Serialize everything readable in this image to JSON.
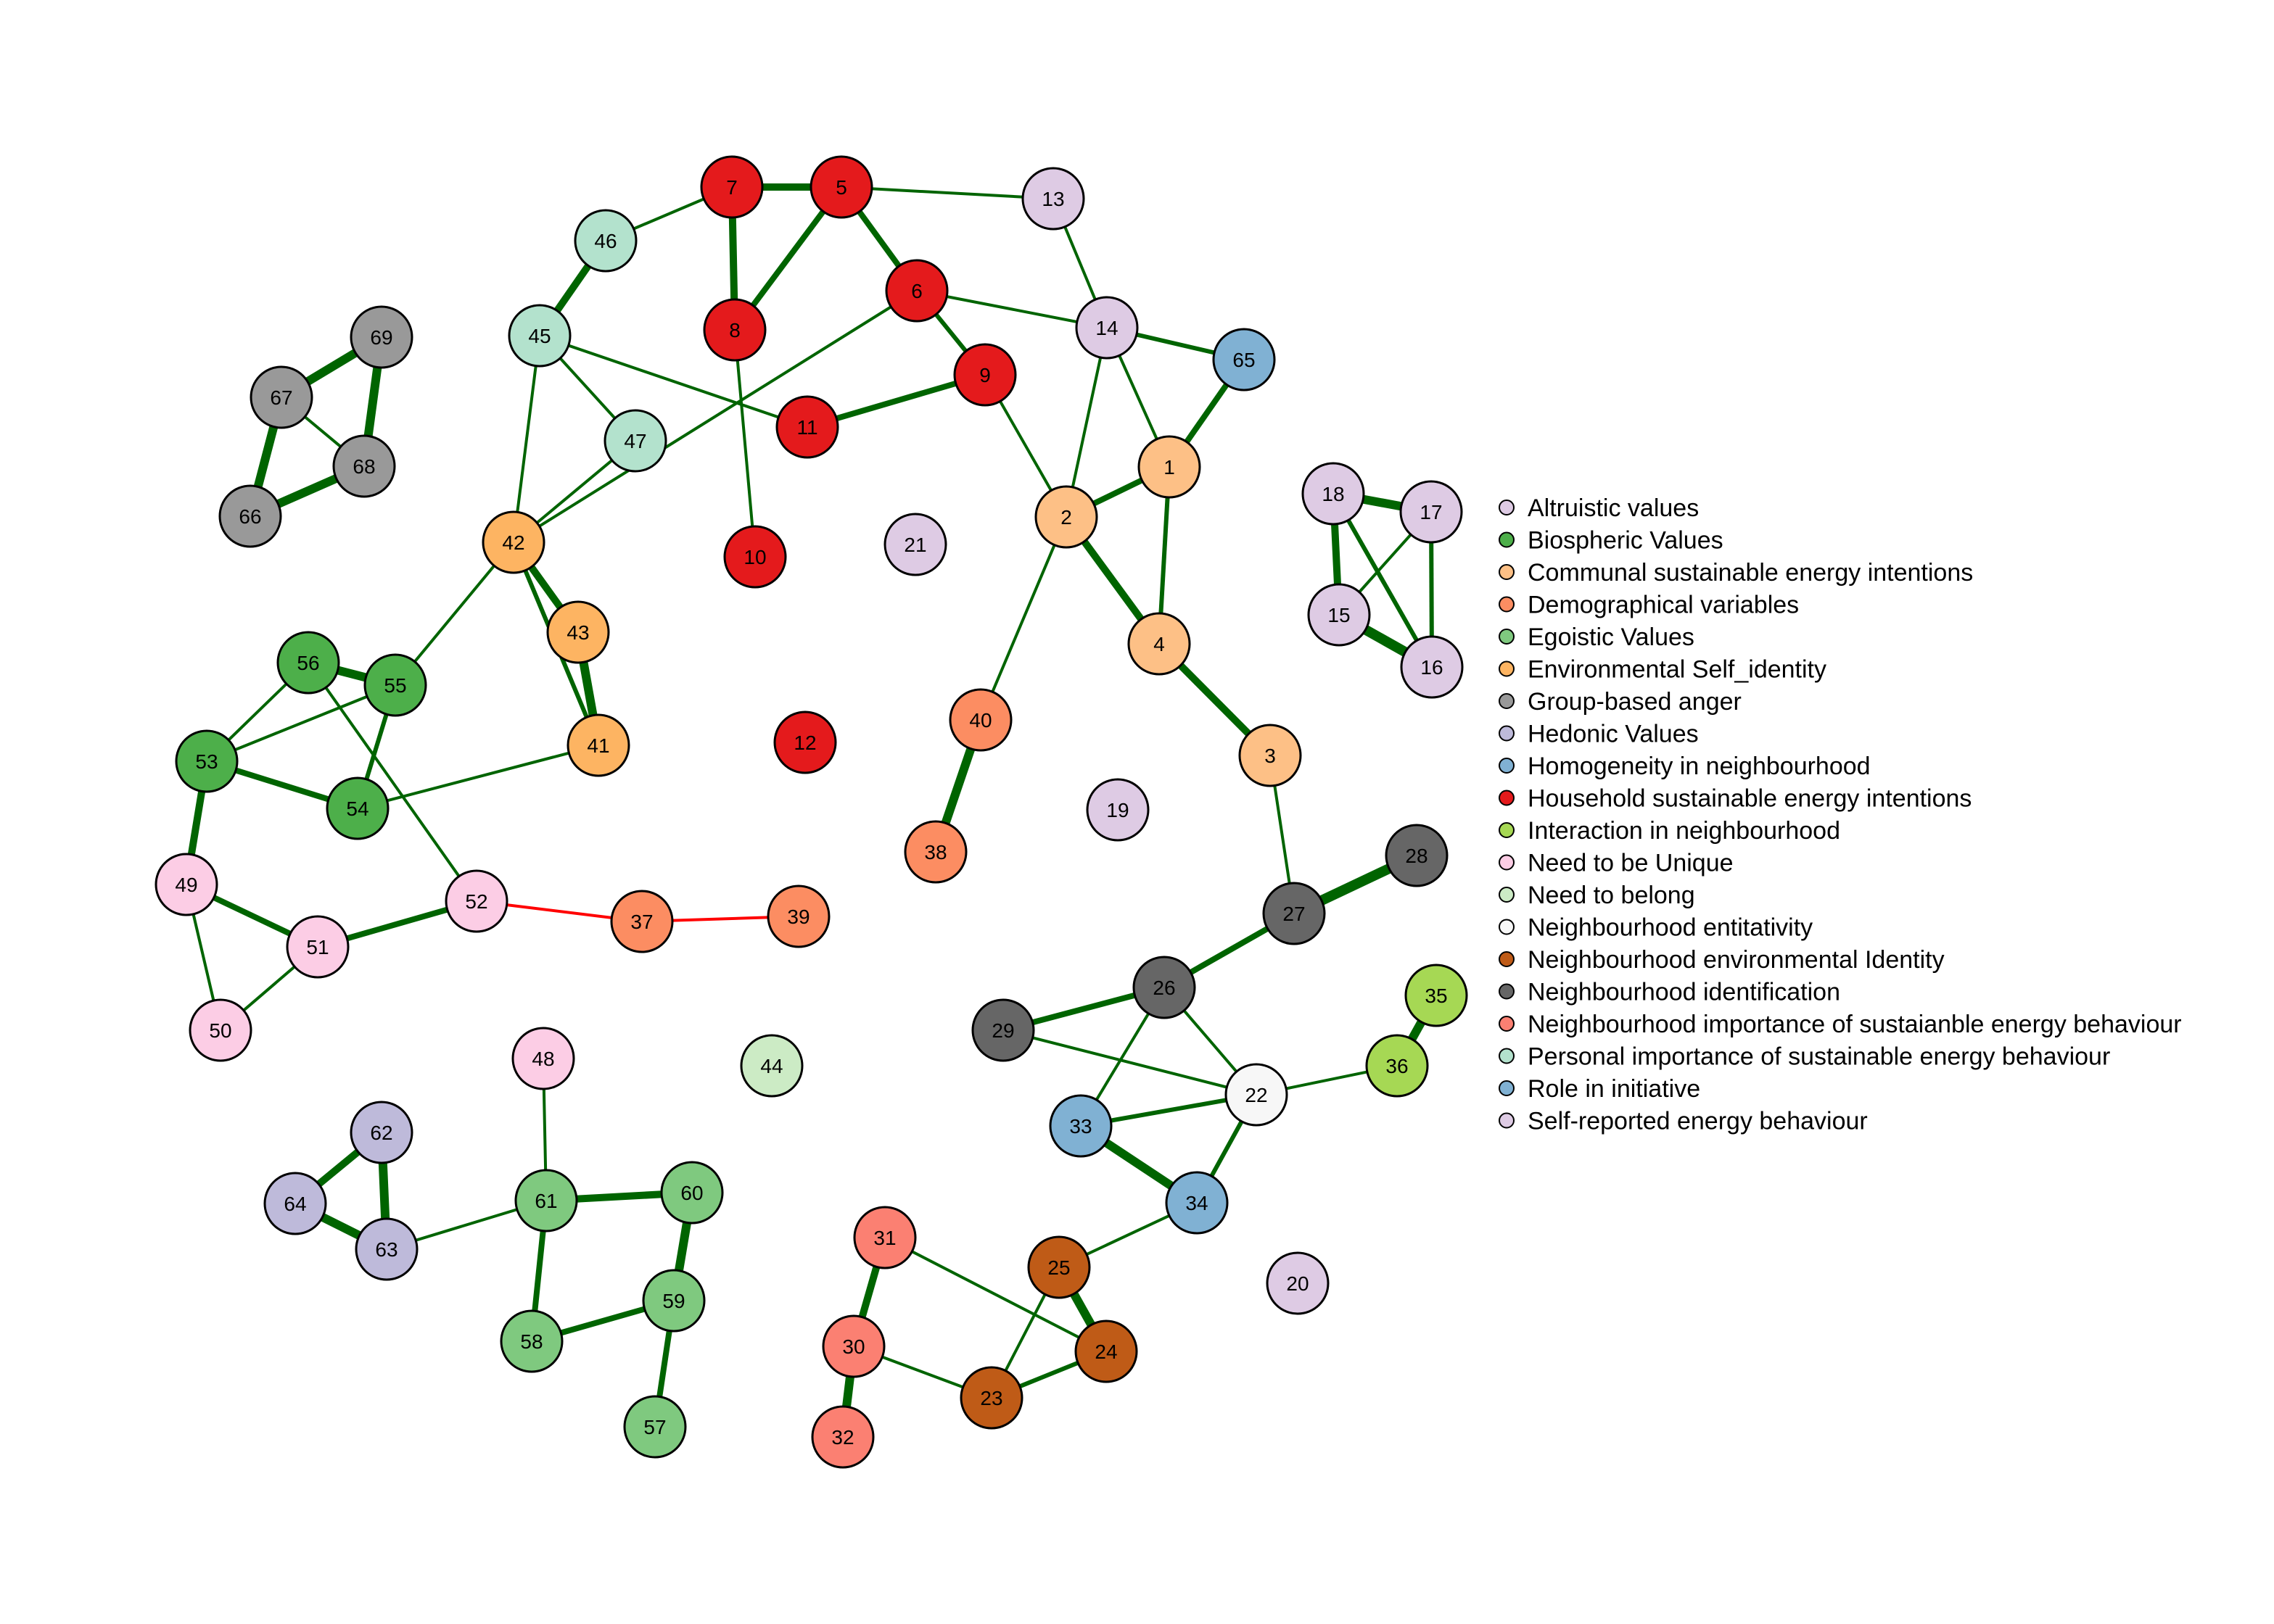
{
  "groups": [
    {
      "name": "Altruistic values",
      "color": "#DECBE4"
    },
    {
      "name": "Biospheric Values",
      "color": "#4DAF4A"
    },
    {
      "name": "Communal sustainable energy intentions",
      "color": "#FDC086"
    },
    {
      "name": "Demographical variables",
      "color": "#FC8D62"
    },
    {
      "name": "Egoistic Values",
      "color": "#7FC97F"
    },
    {
      "name": "Environmental Self_identity",
      "color": "#FDB462"
    },
    {
      "name": "Group-based anger",
      "color": "#999999"
    },
    {
      "name": "Hedonic Values",
      "color": "#BEBADA"
    },
    {
      "name": "Homogeneity in neighbourhood",
      "color": "#80B1D3"
    },
    {
      "name": "Household sustainable energy intentions",
      "color": "#E41A1C"
    },
    {
      "name": "Interaction in neighbourhood",
      "color": "#A6D854"
    },
    {
      "name": "Need to be Unique",
      "color": "#FCCDE5"
    },
    {
      "name": "Need to belong",
      "color": "#CCEBC5"
    },
    {
      "name": "Neighbourhood entitativity",
      "color": "#F7F7F7"
    },
    {
      "name": "Neighbourhood environmental Identity",
      "color": "#BF5B17"
    },
    {
      "name": "Neighbourhood identification",
      "color": "#666666"
    },
    {
      "name": "Neighbourhood importance of sustaianble energy behaviour",
      "color": "#FB8072"
    },
    {
      "name": "Personal importance of sustainable energy behaviour",
      "color": "#B3E2CD"
    },
    {
      "name": "Role in initiative",
      "color": "#80B1D3"
    },
    {
      "name": "Self-reported energy behaviour",
      "color": "#DECBE4"
    }
  ],
  "nodes": [
    {
      "id": "1",
      "group": 2
    },
    {
      "id": "2",
      "group": 2
    },
    {
      "id": "3",
      "group": 2
    },
    {
      "id": "4",
      "group": 2
    },
    {
      "id": "5",
      "group": 9
    },
    {
      "id": "6",
      "group": 9
    },
    {
      "id": "7",
      "group": 9
    },
    {
      "id": "8",
      "group": 9
    },
    {
      "id": "9",
      "group": 9
    },
    {
      "id": "10",
      "group": 9
    },
    {
      "id": "11",
      "group": 9
    },
    {
      "id": "12",
      "group": 9
    },
    {
      "id": "13",
      "group": 0
    },
    {
      "id": "14",
      "group": 0
    },
    {
      "id": "15",
      "group": 0
    },
    {
      "id": "16",
      "group": 0
    },
    {
      "id": "17",
      "group": 0
    },
    {
      "id": "18",
      "group": 0
    },
    {
      "id": "19",
      "group": 19
    },
    {
      "id": "20",
      "group": 19
    },
    {
      "id": "21",
      "group": 19
    },
    {
      "id": "22",
      "group": 13
    },
    {
      "id": "23",
      "group": 14
    },
    {
      "id": "24",
      "group": 14
    },
    {
      "id": "25",
      "group": 14
    },
    {
      "id": "26",
      "group": 15
    },
    {
      "id": "27",
      "group": 15
    },
    {
      "id": "28",
      "group": 15
    },
    {
      "id": "29",
      "group": 15
    },
    {
      "id": "30",
      "group": 16
    },
    {
      "id": "31",
      "group": 16
    },
    {
      "id": "32",
      "group": 16
    },
    {
      "id": "33",
      "group": 8
    },
    {
      "id": "34",
      "group": 8
    },
    {
      "id": "35",
      "group": 10
    },
    {
      "id": "36",
      "group": 10
    },
    {
      "id": "37",
      "group": 3
    },
    {
      "id": "38",
      "group": 3
    },
    {
      "id": "39",
      "group": 3
    },
    {
      "id": "40",
      "group": 3
    },
    {
      "id": "41",
      "group": 5
    },
    {
      "id": "42",
      "group": 5
    },
    {
      "id": "43",
      "group": 5
    },
    {
      "id": "44",
      "group": 12
    },
    {
      "id": "45",
      "group": 17
    },
    {
      "id": "46",
      "group": 17
    },
    {
      "id": "47",
      "group": 17
    },
    {
      "id": "48",
      "group": 11
    },
    {
      "id": "49",
      "group": 11
    },
    {
      "id": "50",
      "group": 11
    },
    {
      "id": "51",
      "group": 11
    },
    {
      "id": "52",
      "group": 11
    },
    {
      "id": "53",
      "group": 1
    },
    {
      "id": "54",
      "group": 1
    },
    {
      "id": "55",
      "group": 1
    },
    {
      "id": "56",
      "group": 1
    },
    {
      "id": "57",
      "group": 4
    },
    {
      "id": "58",
      "group": 4
    },
    {
      "id": "59",
      "group": 4
    },
    {
      "id": "60",
      "group": 4
    },
    {
      "id": "61",
      "group": 4
    },
    {
      "id": "62",
      "group": 7
    },
    {
      "id": "63",
      "group": 7
    },
    {
      "id": "64",
      "group": 7
    },
    {
      "id": "65",
      "group": 18
    },
    {
      "id": "66",
      "group": 6
    },
    {
      "id": "67",
      "group": 6
    },
    {
      "id": "68",
      "group": 6
    },
    {
      "id": "69",
      "group": 6
    }
  ],
  "edges": [
    {
      "from": "7",
      "to": "5",
      "weight": 5
    },
    {
      "from": "7",
      "to": "8",
      "weight": 5
    },
    {
      "from": "7",
      "to": "46",
      "weight": 2
    },
    {
      "from": "5",
      "to": "13",
      "weight": 2
    },
    {
      "from": "5",
      "to": "8",
      "weight": 4
    },
    {
      "from": "5",
      "to": "6",
      "weight": 4
    },
    {
      "from": "6",
      "to": "14",
      "weight": 2
    },
    {
      "from": "6",
      "to": "9",
      "weight": 3
    },
    {
      "from": "6",
      "to": "42",
      "weight": 2
    },
    {
      "from": "8",
      "to": "10",
      "weight": 2
    },
    {
      "from": "9",
      "to": "11",
      "weight": 4
    },
    {
      "from": "9",
      "to": "2",
      "weight": 2
    },
    {
      "from": "13",
      "to": "14",
      "weight": 2
    },
    {
      "from": "14",
      "to": "65",
      "weight": 3
    },
    {
      "from": "14",
      "to": "1",
      "weight": 2
    },
    {
      "from": "14",
      "to": "2",
      "weight": 2
    },
    {
      "from": "65",
      "to": "1",
      "weight": 4
    },
    {
      "from": "1",
      "to": "2",
      "weight": 4
    },
    {
      "from": "1",
      "to": "4",
      "weight": 3
    },
    {
      "from": "2",
      "to": "4",
      "weight": 5
    },
    {
      "from": "2",
      "to": "40",
      "weight": 2
    },
    {
      "from": "4",
      "to": "3",
      "weight": 5
    },
    {
      "from": "3",
      "to": "27",
      "weight": 2
    },
    {
      "from": "27",
      "to": "28",
      "weight": 7
    },
    {
      "from": "27",
      "to": "26",
      "weight": 4
    },
    {
      "from": "26",
      "to": "29",
      "weight": 4
    },
    {
      "from": "26",
      "to": "22",
      "weight": 2
    },
    {
      "from": "26",
      "to": "33",
      "weight": 2
    },
    {
      "from": "29",
      "to": "22",
      "weight": 2
    },
    {
      "from": "22",
      "to": "33",
      "weight": 3
    },
    {
      "from": "22",
      "to": "34",
      "weight": 3
    },
    {
      "from": "22",
      "to": "36",
      "weight": 2
    },
    {
      "from": "36",
      "to": "35",
      "weight": 6
    },
    {
      "from": "33",
      "to": "34",
      "weight": 6
    },
    {
      "from": "34",
      "to": "25",
      "weight": 2
    },
    {
      "from": "25",
      "to": "24",
      "weight": 6
    },
    {
      "from": "25",
      "to": "23",
      "weight": 2
    },
    {
      "from": "24",
      "to": "23",
      "weight": 3
    },
    {
      "from": "24",
      "to": "31",
      "weight": 2
    },
    {
      "from": "23",
      "to": "30",
      "weight": 2
    },
    {
      "from": "31",
      "to": "30",
      "weight": 5
    },
    {
      "from": "30",
      "to": "32",
      "weight": 6
    },
    {
      "from": "40",
      "to": "38",
      "weight": 6
    },
    {
      "from": "52",
      "to": "37",
      "weight": 2,
      "color": "#FF0000"
    },
    {
      "from": "37",
      "to": "39",
      "weight": 2,
      "color": "#FF0000"
    },
    {
      "from": "46",
      "to": "45",
      "weight": 5
    },
    {
      "from": "45",
      "to": "47",
      "weight": 2
    },
    {
      "from": "45",
      "to": "11",
      "weight": 2
    },
    {
      "from": "45",
      "to": "42",
      "weight": 2
    },
    {
      "from": "47",
      "to": "42",
      "weight": 2
    },
    {
      "from": "42",
      "to": "43",
      "weight": 5
    },
    {
      "from": "42",
      "to": "41",
      "weight": 3
    },
    {
      "from": "42",
      "to": "55",
      "weight": 2
    },
    {
      "from": "43",
      "to": "41",
      "weight": 6
    },
    {
      "from": "41",
      "to": "54",
      "weight": 2
    },
    {
      "from": "56",
      "to": "55",
      "weight": 6
    },
    {
      "from": "56",
      "to": "53",
      "weight": 2
    },
    {
      "from": "56",
      "to": "52",
      "weight": 2
    },
    {
      "from": "55",
      "to": "53",
      "weight": 2
    },
    {
      "from": "55",
      "to": "54",
      "weight": 3
    },
    {
      "from": "53",
      "to": "54",
      "weight": 4
    },
    {
      "from": "53",
      "to": "49",
      "weight": 5
    },
    {
      "from": "49",
      "to": "51",
      "weight": 4
    },
    {
      "from": "49",
      "to": "50",
      "weight": 2
    },
    {
      "from": "51",
      "to": "50",
      "weight": 2
    },
    {
      "from": "51",
      "to": "52",
      "weight": 4
    },
    {
      "from": "48",
      "to": "61",
      "weight": 2
    },
    {
      "from": "61",
      "to": "63",
      "weight": 2
    },
    {
      "from": "61",
      "to": "60",
      "weight": 5
    },
    {
      "from": "61",
      "to": "58",
      "weight": 4
    },
    {
      "from": "60",
      "to": "59",
      "weight": 6
    },
    {
      "from": "59",
      "to": "58",
      "weight": 4
    },
    {
      "from": "59",
      "to": "57",
      "weight": 4
    },
    {
      "from": "62",
      "to": "64",
      "weight": 5
    },
    {
      "from": "62",
      "to": "63",
      "weight": 6
    },
    {
      "from": "64",
      "to": "63",
      "weight": 6
    },
    {
      "from": "67",
      "to": "69",
      "weight": 6
    },
    {
      "from": "67",
      "to": "66",
      "weight": 6
    },
    {
      "from": "67",
      "to": "68",
      "weight": 2
    },
    {
      "from": "69",
      "to": "68",
      "weight": 6
    },
    {
      "from": "66",
      "to": "68",
      "weight": 6
    },
    {
      "from": "18",
      "to": "17",
      "weight": 6
    },
    {
      "from": "18",
      "to": "15",
      "weight": 5
    },
    {
      "from": "18",
      "to": "16",
      "weight": 3
    },
    {
      "from": "17",
      "to": "15",
      "weight": 2
    },
    {
      "from": "17",
      "to": "16",
      "weight": 3
    },
    {
      "from": "15",
      "to": "16",
      "weight": 7
    }
  ]
}
